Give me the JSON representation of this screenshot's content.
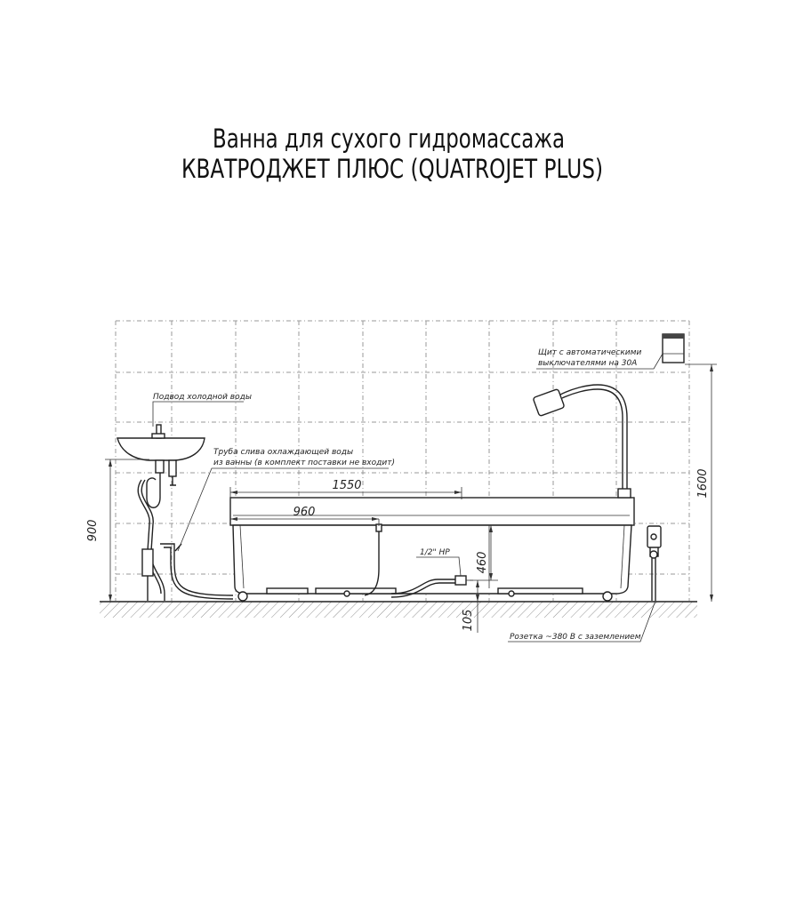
{
  "title": {
    "line1": "Ванна для сухого гидромассажа",
    "line2": "КВАТРОДЖЕТ ПЛЮС (QUATROJET PLUS)"
  },
  "annotations": {
    "cold_water": "Подвод холодной воды",
    "drain_line1": "Труба слива охлаждающей воды",
    "drain_line2": "из ванны (в комплект поставки не входит)",
    "panel_line1": "Щит с автоматическими",
    "panel_line2": "выключателями на 30А",
    "socket": "Розетка ~380 В с заземлением",
    "thread": "1/2\" НР"
  },
  "dimensions": {
    "length_total": "1550",
    "length_inner": "960",
    "height_sink": "900",
    "height_connection": "460",
    "height_floor": "105",
    "height_panel": "1600"
  }
}
